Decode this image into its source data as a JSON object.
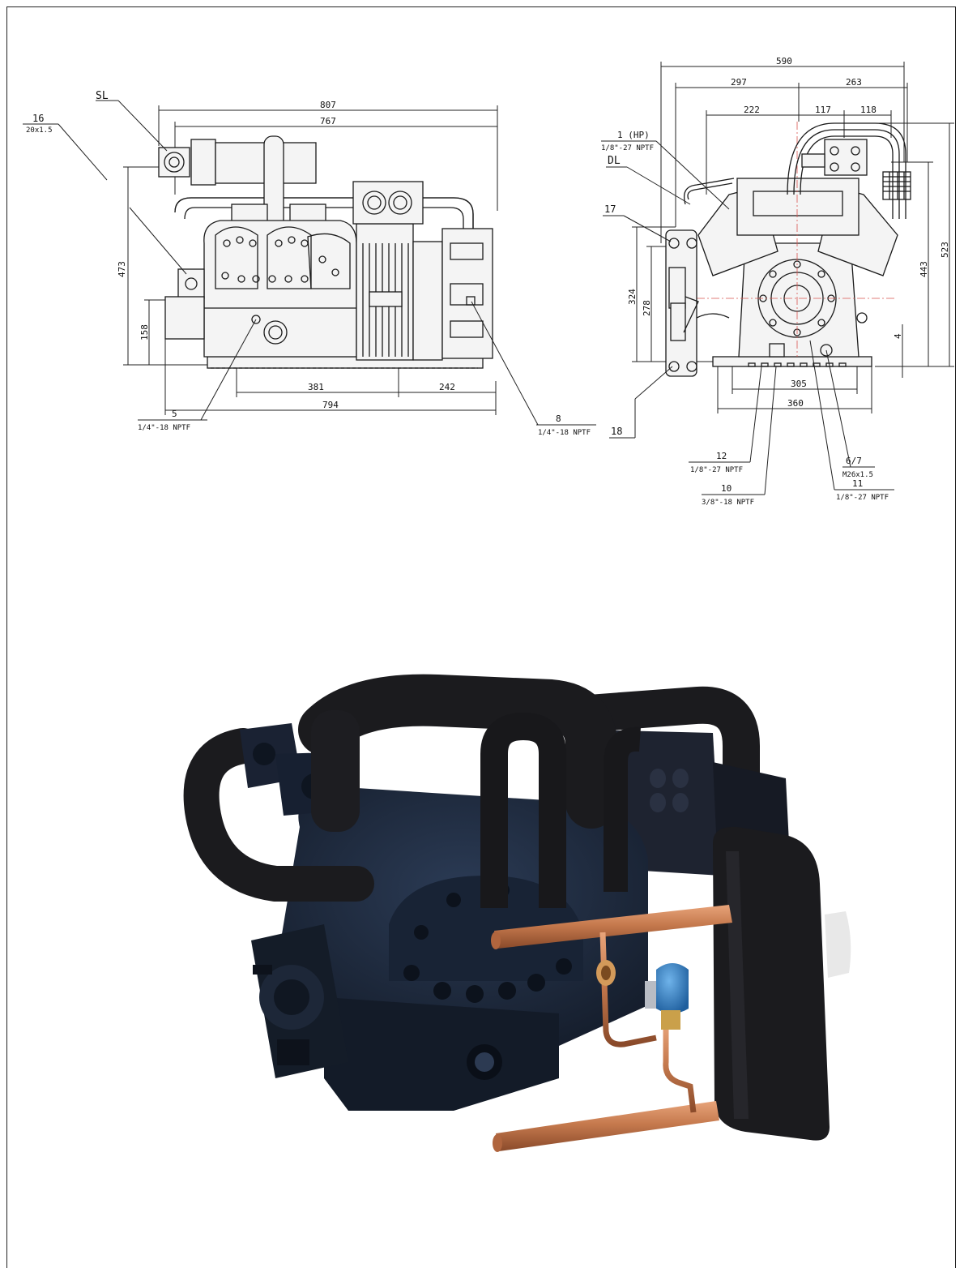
{
  "side_view": {
    "dims": {
      "d807": "807",
      "d767": "767",
      "d794": "794",
      "d381": "381",
      "d242": "242",
      "d473": "473",
      "d158": "158"
    },
    "callouts": {
      "sl": "SL",
      "c16_num": "16",
      "c16_spec": "20x1.5",
      "c5_num": "5",
      "c5_spec": "1/4\"-18 NPTF",
      "c8_num": "8",
      "c8_spec": "1/4\"-18 NPTF"
    }
  },
  "front_view": {
    "dims": {
      "d590": "590",
      "d297": "297",
      "d263": "263",
      "d222": "222",
      "d117": "117",
      "d118": "118",
      "d523": "523",
      "d443": "443",
      "d324": "324",
      "d278": "278",
      "d305": "305",
      "d360": "360",
      "d4": "4"
    },
    "callouts": {
      "c1_num": "1 (HP)",
      "c1_spec": "1/8\"-27 NPTF",
      "dl": "DL",
      "c17": "17",
      "c18": "18",
      "c12_num": "12",
      "c12_spec": "1/8\"-27 NPTF",
      "c10_num": "10",
      "c10_spec": "3/8\"-18 NPTF",
      "c11_num": "11",
      "c11_spec": "1/8\"-27 NPTF",
      "c67_num": "6/7",
      "c67_spec": "M26x1.5"
    }
  },
  "colors": {
    "body_paint": "#1d2a3d",
    "insulation": "#1b1b1e",
    "copper": "#c67a4e",
    "solenoid": "#2f7fc4"
  }
}
